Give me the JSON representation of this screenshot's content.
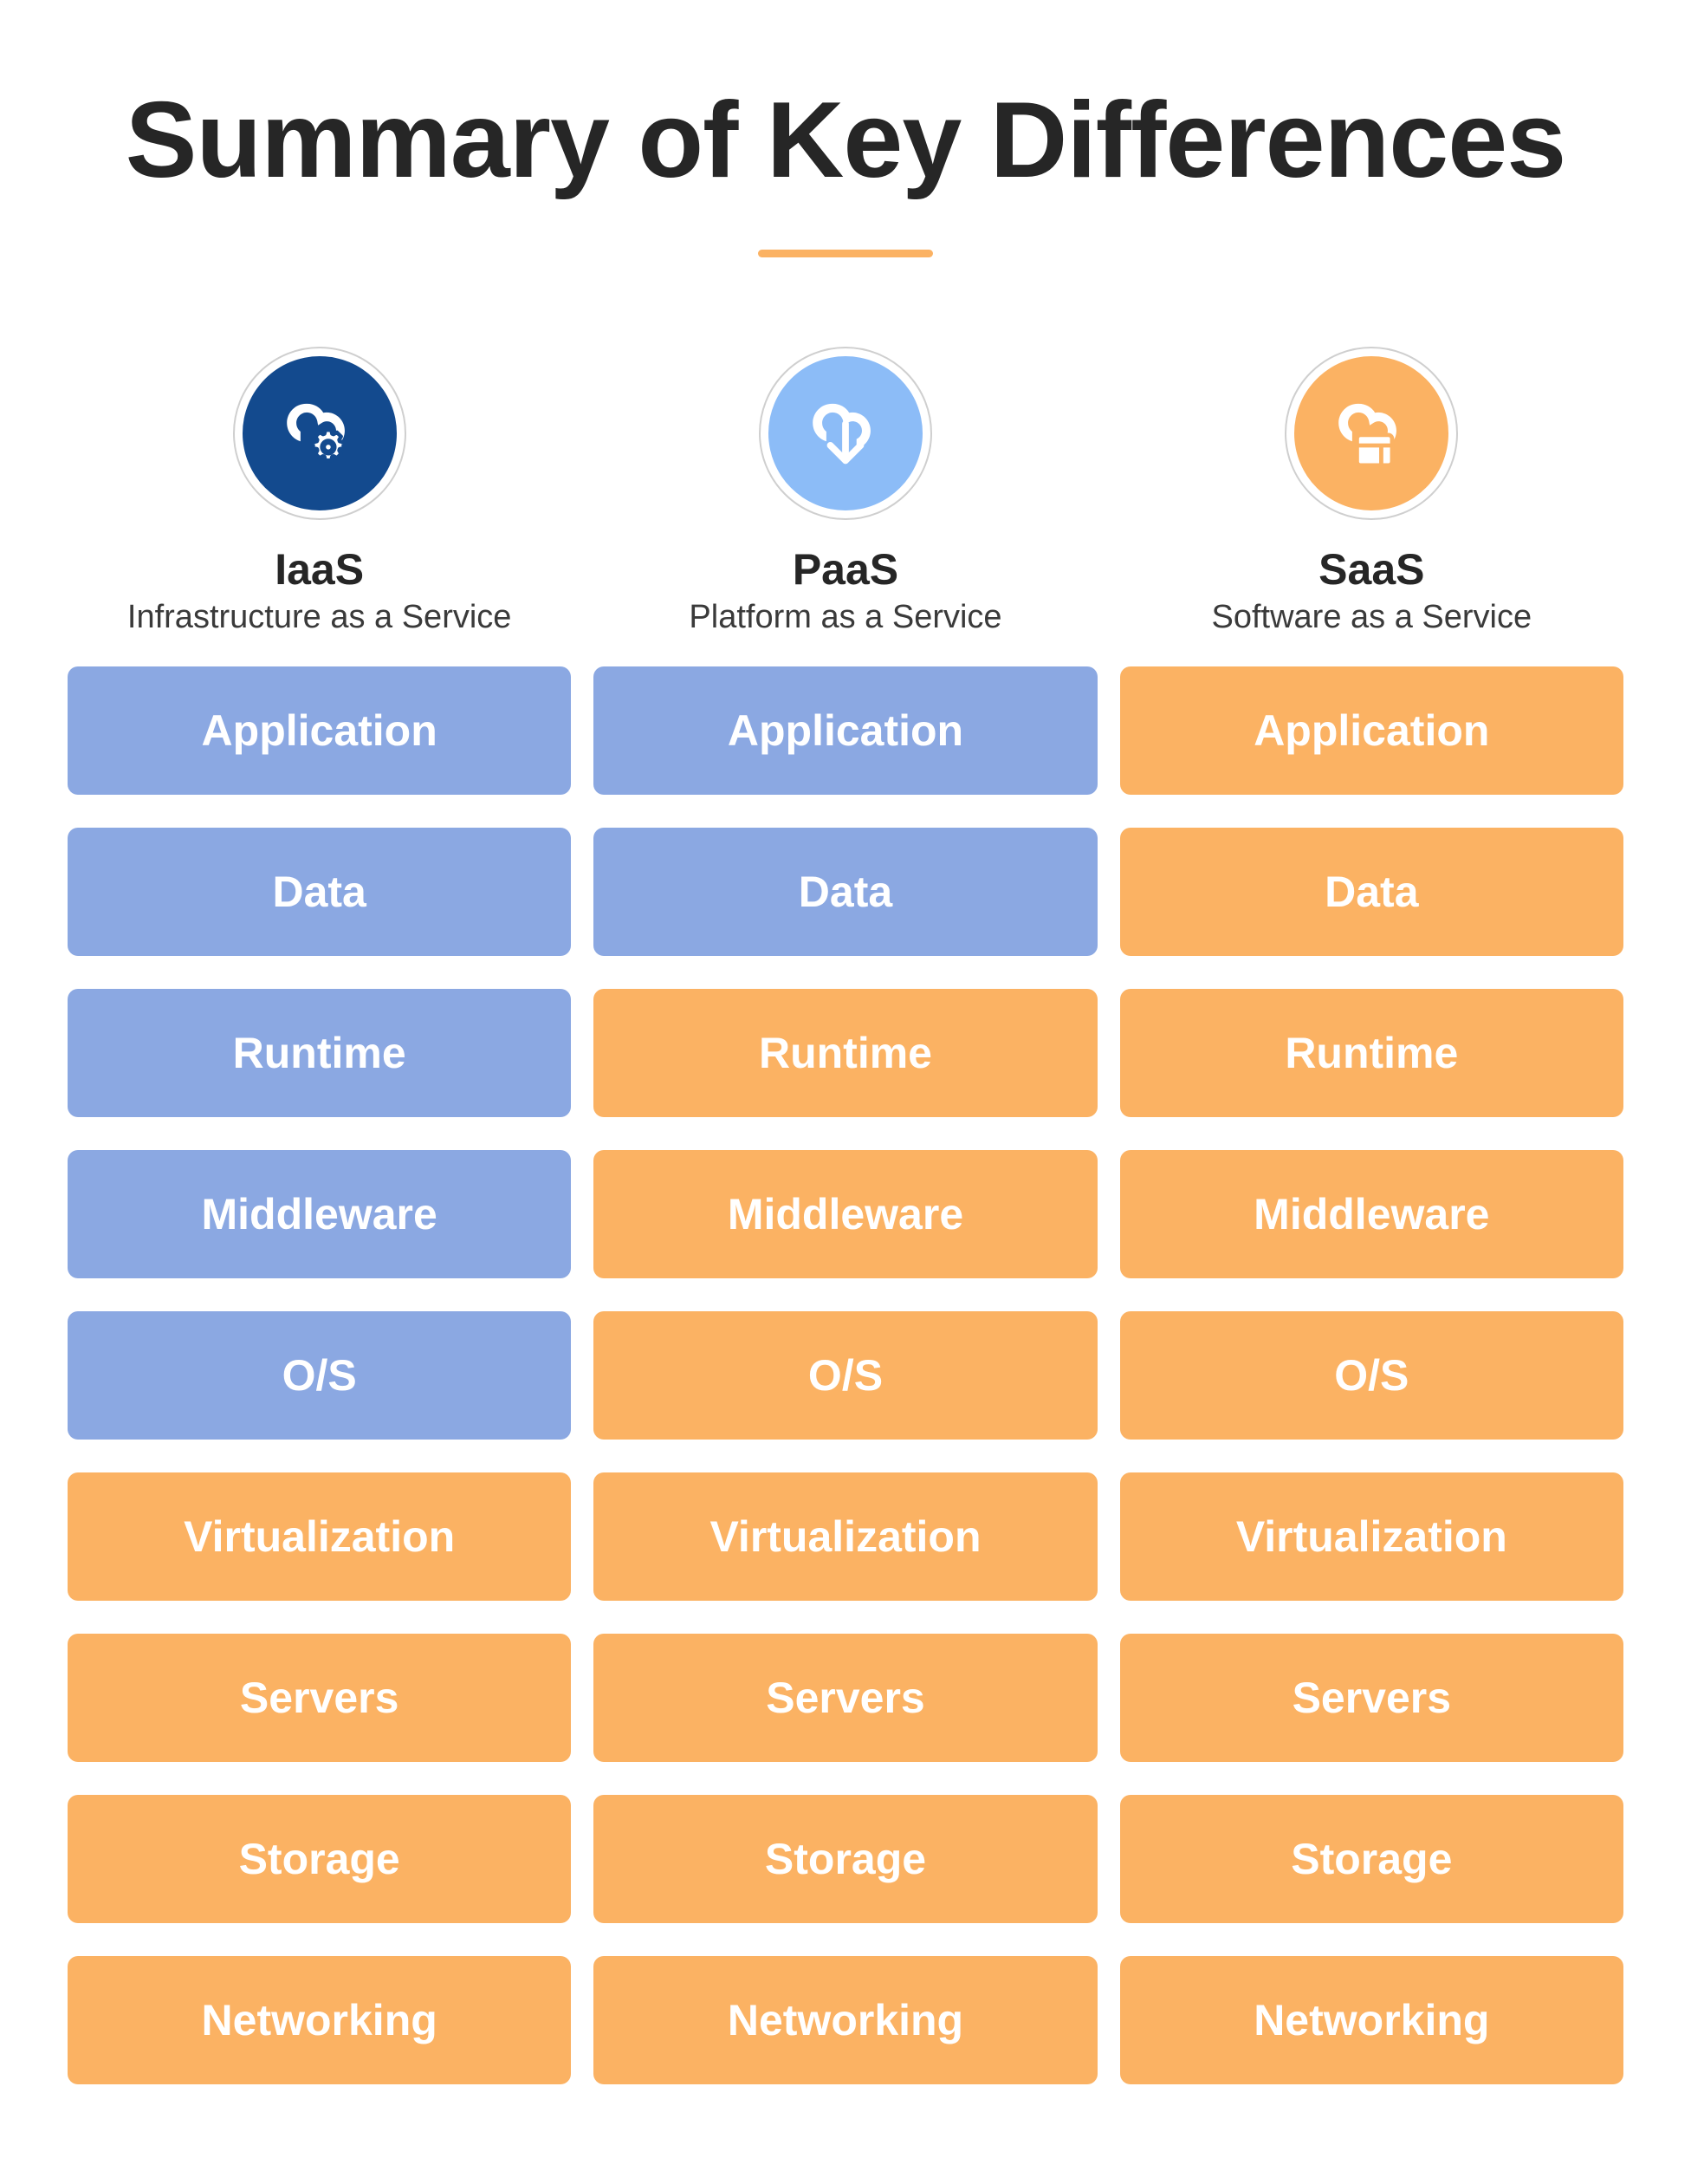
{
  "header": {
    "title": "Summary of Key Differences",
    "divider_color": "#FBB263"
  },
  "colors": {
    "managed": "#8BA8E2",
    "provided": "#FBB263",
    "iaas_circle": "#134A8E",
    "paas_circle": "#8CBCF7",
    "saas_circle": "#FBB263",
    "ring_border": "#cfcfcf",
    "title_text": "#262626",
    "layer_text": "#ffffff"
  },
  "layer_names": [
    "Application",
    "Data",
    "Runtime",
    "Middleware",
    "O/S",
    "Virtualization",
    "Servers",
    "Storage",
    "Networking"
  ],
  "columns": [
    {
      "key": "iaas",
      "title": "IaaS",
      "subtitle": "Infrastructure as a Service",
      "icon": "cloud-gear-icon",
      "circle_color": "#134A8E",
      "layers": [
        {
          "label": "Application",
          "state": "managed"
        },
        {
          "label": "Data",
          "state": "managed"
        },
        {
          "label": "Runtime",
          "state": "managed"
        },
        {
          "label": "Middleware",
          "state": "managed"
        },
        {
          "label": "O/S",
          "state": "managed"
        },
        {
          "label": "Virtualization",
          "state": "provided"
        },
        {
          "label": "Servers",
          "state": "provided"
        },
        {
          "label": "Storage",
          "state": "provided"
        },
        {
          "label": "Networking",
          "state": "provided"
        }
      ]
    },
    {
      "key": "paas",
      "title": "PaaS",
      "subtitle": "Platform as a Service",
      "icon": "cloud-download-icon",
      "circle_color": "#8CBCF7",
      "layers": [
        {
          "label": "Application",
          "state": "managed"
        },
        {
          "label": "Data",
          "state": "managed"
        },
        {
          "label": "Runtime",
          "state": "provided"
        },
        {
          "label": "Middleware",
          "state": "provided"
        },
        {
          "label": "O/S",
          "state": "provided"
        },
        {
          "label": "Virtualization",
          "state": "provided"
        },
        {
          "label": "Servers",
          "state": "provided"
        },
        {
          "label": "Storage",
          "state": "provided"
        },
        {
          "label": "Networking",
          "state": "provided"
        }
      ]
    },
    {
      "key": "saas",
      "title": "SaaS",
      "subtitle": "Software as a Service",
      "icon": "cloud-window-icon",
      "circle_color": "#FBB263",
      "layers": [
        {
          "label": "Application",
          "state": "provided"
        },
        {
          "label": "Data",
          "state": "provided"
        },
        {
          "label": "Runtime",
          "state": "provided"
        },
        {
          "label": "Middleware",
          "state": "provided"
        },
        {
          "label": "O/S",
          "state": "provided"
        },
        {
          "label": "Virtualization",
          "state": "provided"
        },
        {
          "label": "Servers",
          "state": "provided"
        },
        {
          "label": "Storage",
          "state": "provided"
        },
        {
          "label": "Networking",
          "state": "provided"
        }
      ]
    }
  ]
}
